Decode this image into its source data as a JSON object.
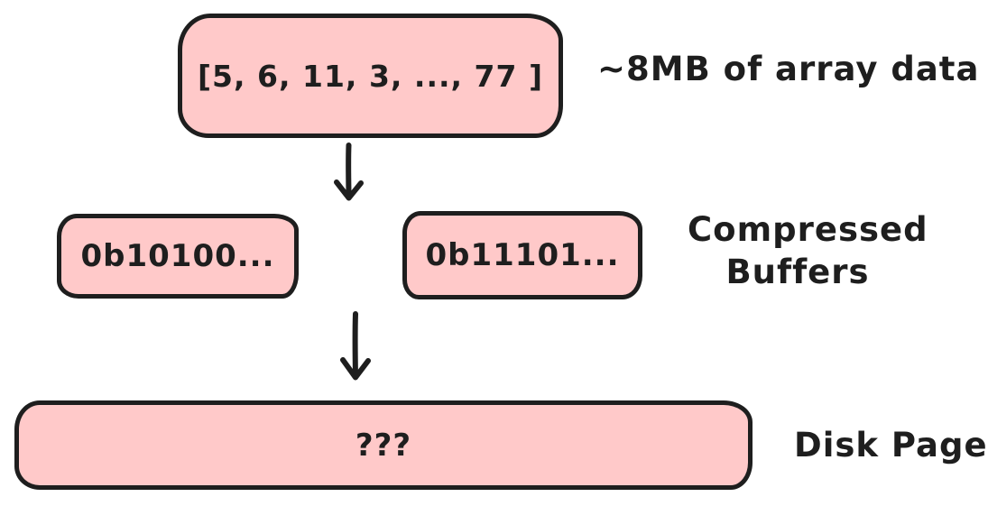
{
  "theme": {
    "stroke": "#1e1e1e",
    "fill": "#ffc9c9",
    "background": "#ffffff"
  },
  "diagram": {
    "nodes": {
      "array_box": {
        "text": "[5, 6, 11, 3, ..., 77 ]"
      },
      "buffer_left_box": {
        "text": "0b10100..."
      },
      "buffer_right_box": {
        "text": "0b11101..."
      },
      "disk_page_box": {
        "text": "???"
      }
    },
    "labels": {
      "array": "~8MB of array data",
      "buffers_line1": "Compressed",
      "buffers_line2": "Buffers",
      "disk": "Disk Page"
    },
    "connectors": [
      {
        "from": "array_box",
        "to": "buffer_boxes",
        "direction": "down"
      },
      {
        "from": "buffer_boxes",
        "to": "disk_page_box",
        "direction": "down"
      }
    ]
  }
}
